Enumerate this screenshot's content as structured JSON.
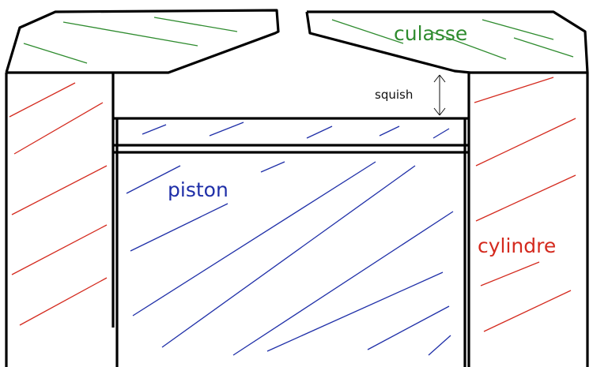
{
  "labels": {
    "culasse": "culasse",
    "piston": "piston",
    "cylindre": "cylindre",
    "squish": "squish"
  },
  "colors": {
    "culasse": "#2e8b2e",
    "piston": "#1f2fa8",
    "cylindre": "#d42a1e",
    "outline": "#000000"
  }
}
